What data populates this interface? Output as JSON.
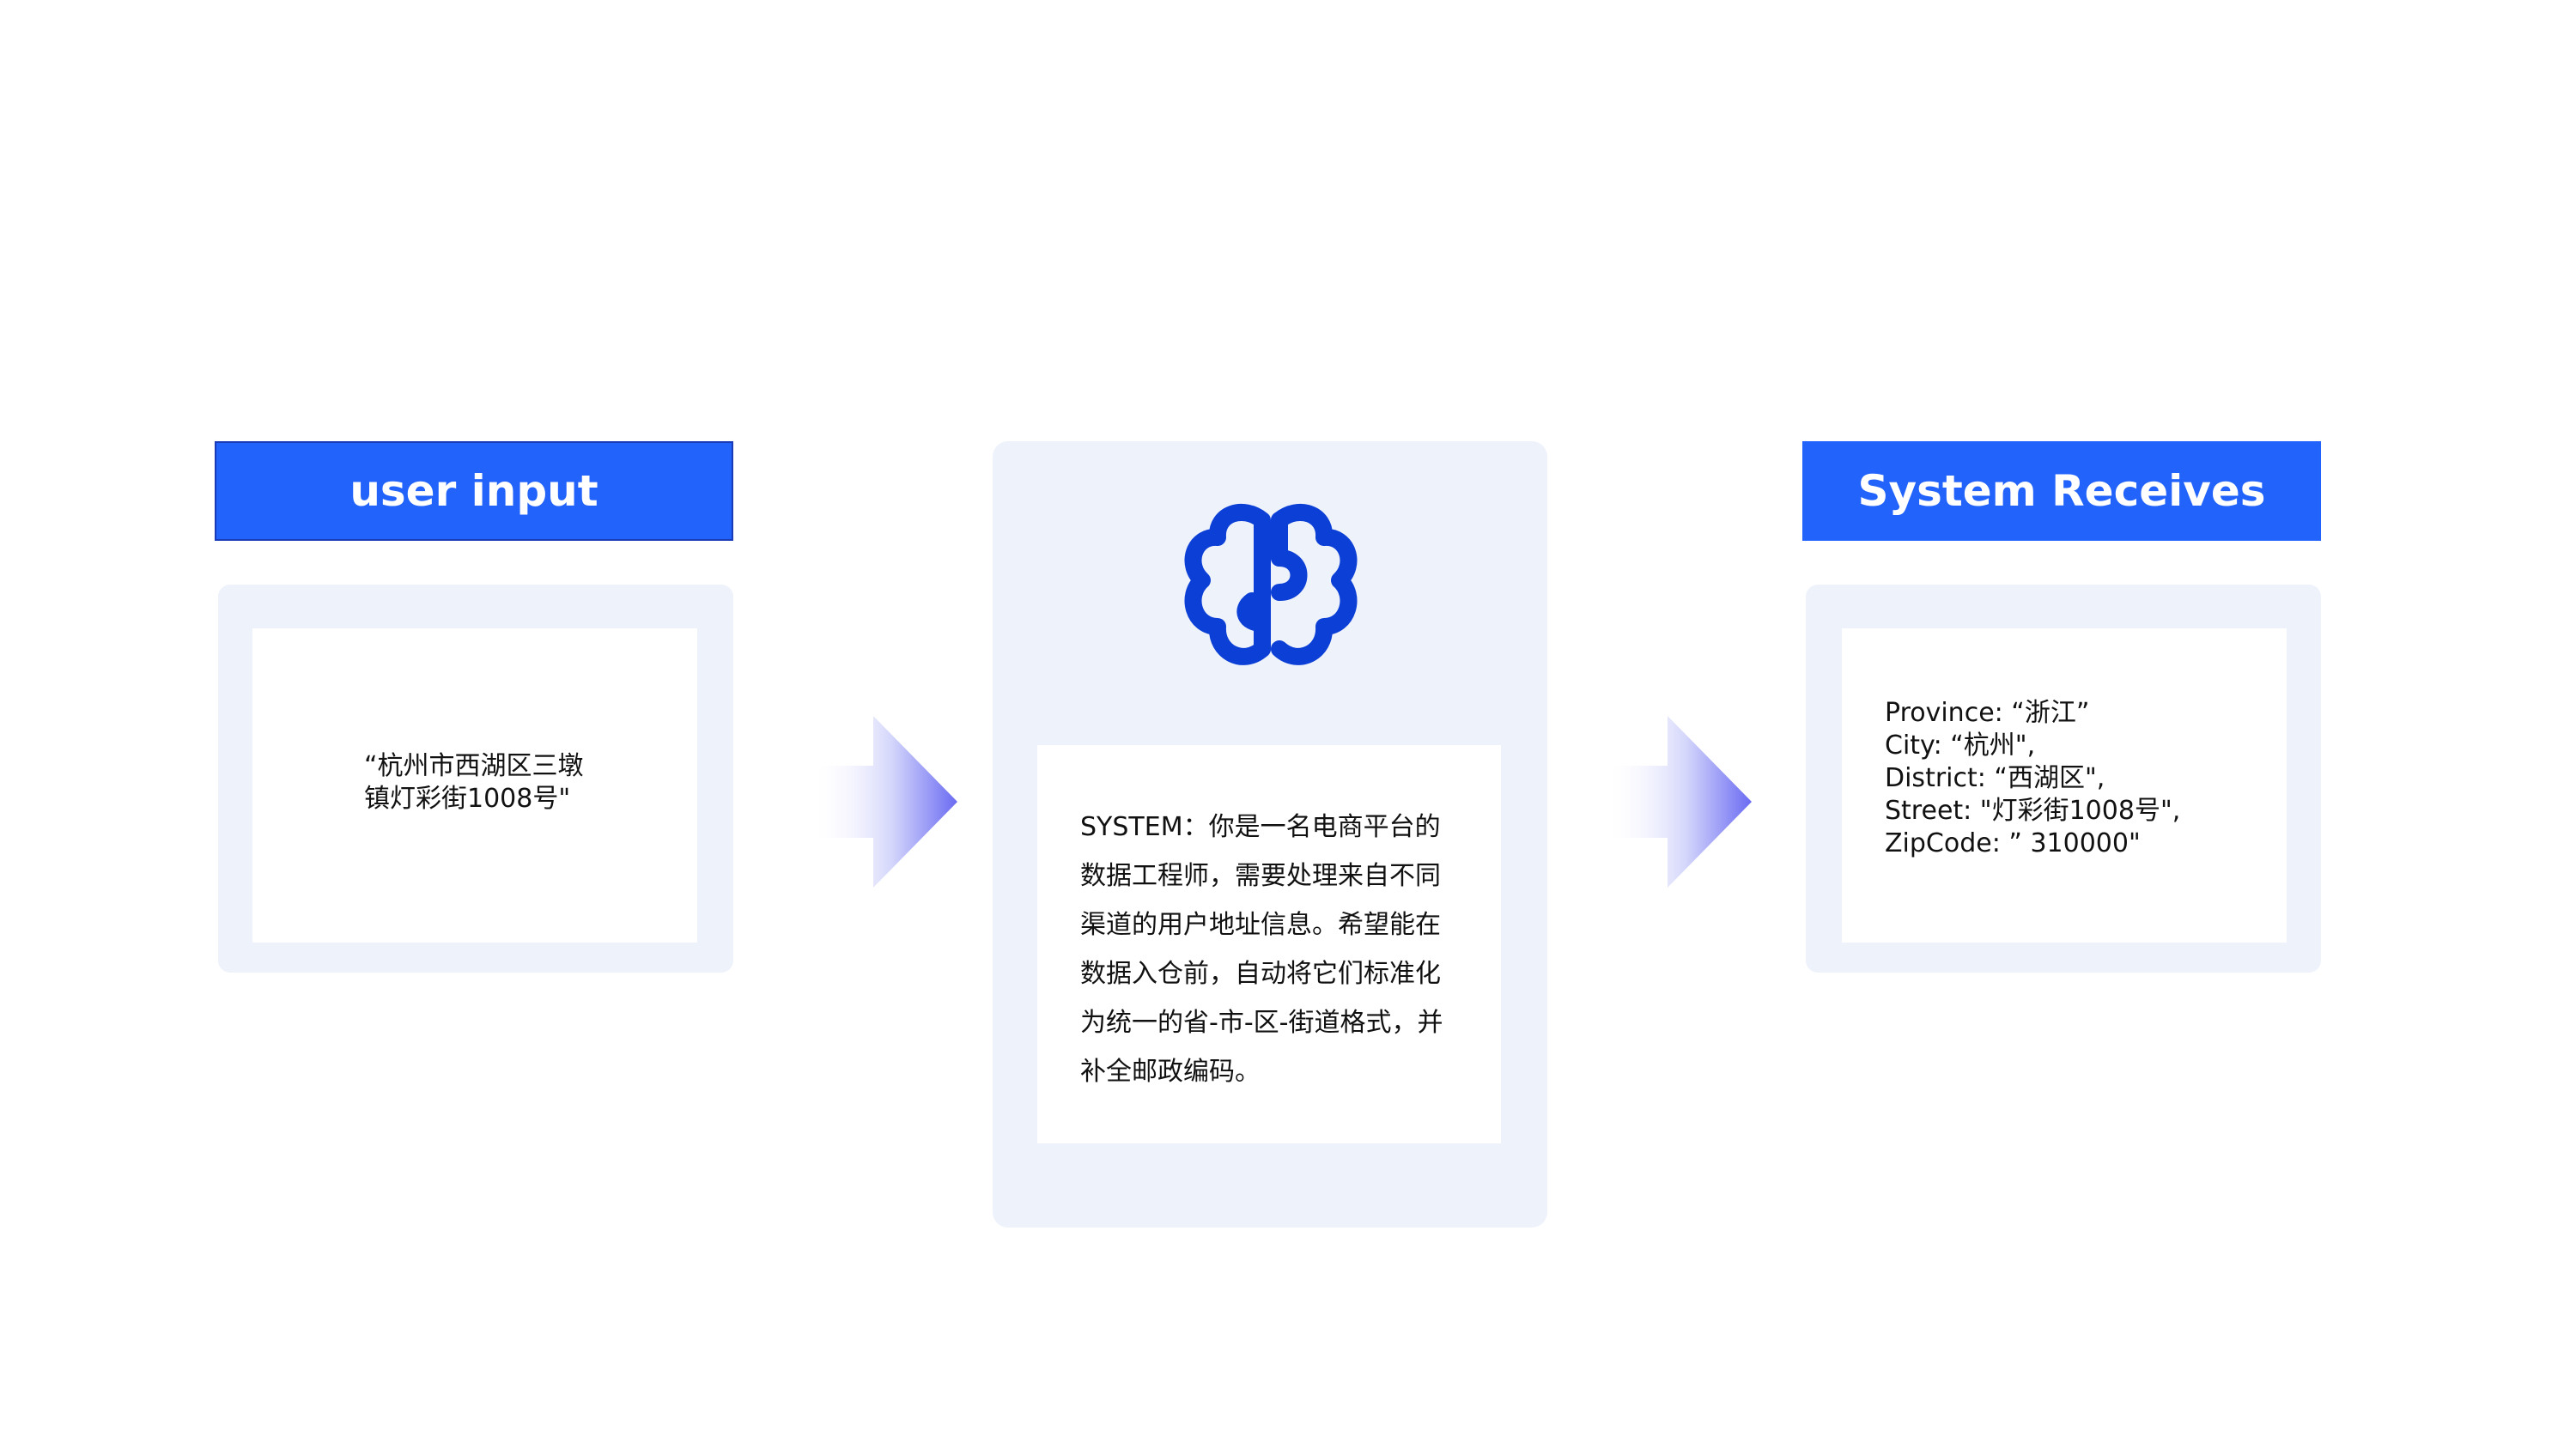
{
  "left_panel": {
    "header": "user input",
    "text": "“杭州市西湖区三墩\n镇灯彩街1008号\""
  },
  "middle_panel": {
    "icon": "brain-icon",
    "text": "SYSTEM：你是一名电商平台的\n数据工程师，需要处理来自不同\n渠道的用户地址信息。希望能在\n数据入仓前，自动将它们标准化\n为统一的省-市-区-街道格式，并\n补全邮政编码。"
  },
  "right_panel": {
    "header": "System Receives",
    "lines": [
      "Province:  “浙江”",
      "City:  “杭州\",",
      "District:  “西湖区\",",
      "Street: \"灯彩街1008号\",",
      "ZipCode: ” 310000\""
    ]
  },
  "colors": {
    "header_blue": "#2163fb",
    "panel_bg": "#eef2fb",
    "icon_blue": "#0b3fd6",
    "arrow_purple": "#6b6bf2"
  }
}
